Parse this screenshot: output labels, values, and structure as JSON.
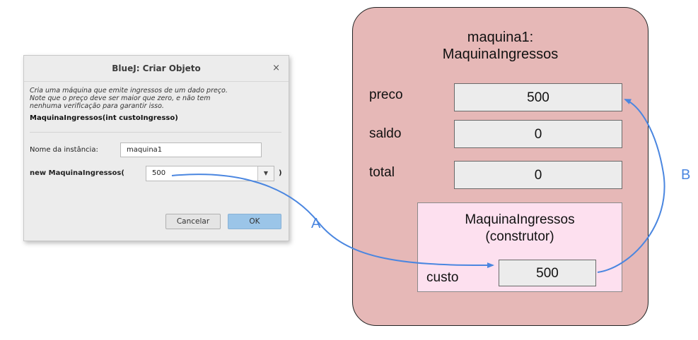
{
  "dialog": {
    "title": "BlueJ:  Criar Objeto",
    "close": "×",
    "description": "Cria uma máquina que emite ingressos de um dado preço.\nNote que o preço deve ser maior que zero, e não tem\nnenhuma verificação para garantir isso.",
    "signature": "MaquinaIngressos(int custoIngresso)",
    "instance_label": "Nome da instância:",
    "instance_value": "maquina1",
    "constructor_label": "new MaquinaIngressos(",
    "param_value": "500",
    "close_paren": ")",
    "cancel_label": "Cancelar",
    "ok_label": "OK"
  },
  "object": {
    "title": "maquina1:\nMaquinaIngressos",
    "fields": [
      {
        "name": "preco",
        "value": "500"
      },
      {
        "name": "saldo",
        "value": "0"
      },
      {
        "name": "total",
        "value": "0"
      }
    ],
    "constructor": {
      "title": "MaquinaIngressos\n(construtor)",
      "param_name": "custo",
      "param_value": "500"
    }
  },
  "arrows": {
    "a_label": "A",
    "b_label": "B",
    "color": "#4a86e0"
  },
  "colors": {
    "object_fill": "#e6b8b7",
    "constructor_fill": "#fde0ef",
    "ok_button": "#9bc5e8"
  }
}
